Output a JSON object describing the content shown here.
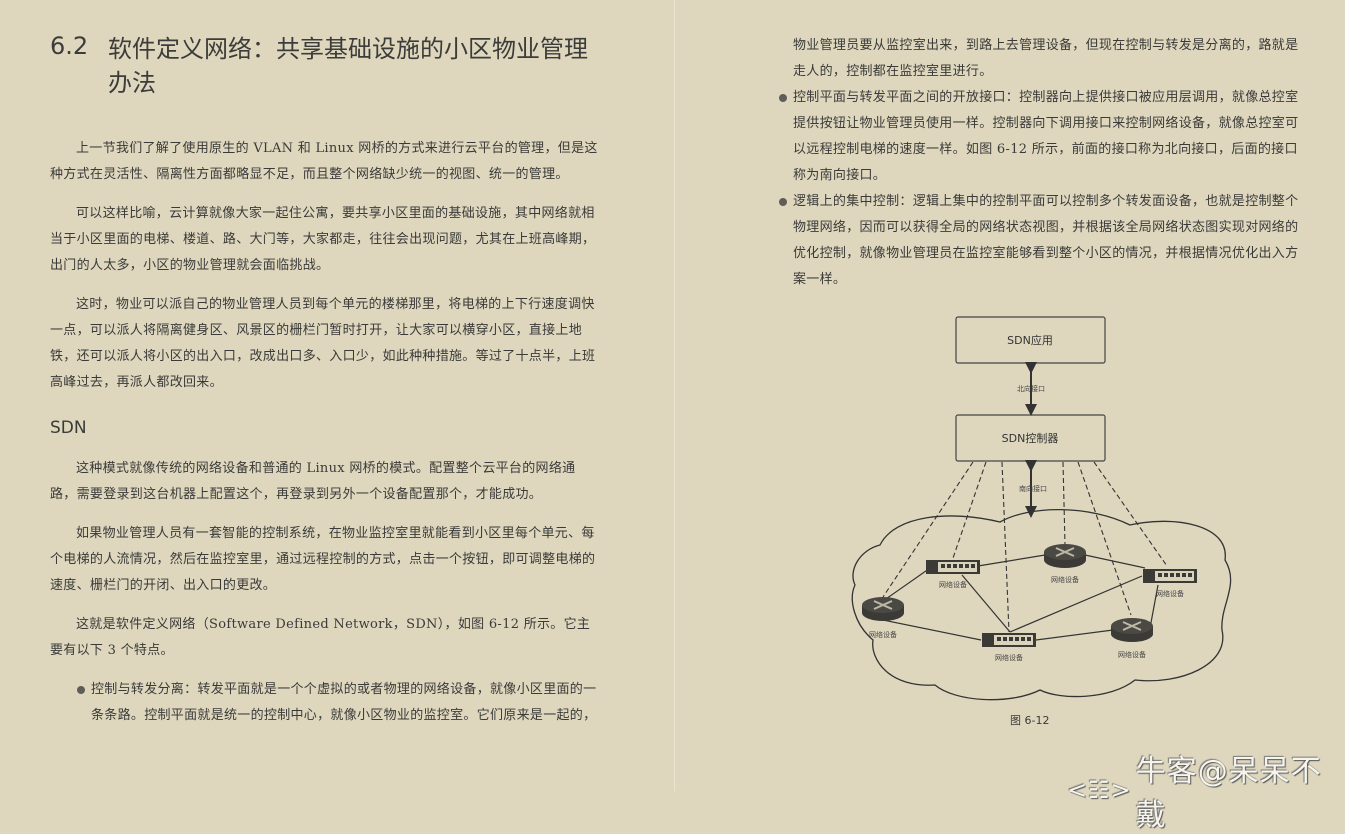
{
  "left_page": {
    "section_number": "6.2",
    "section_title": "软件定义网络：共享基础设施的小区物业管理办法",
    "paragraphs": [
      "上一节我们了解了使用原生的 VLAN 和 Linux 网桥的方式来进行云平台的管理，但是这种方式在灵活性、隔离性方面都略显不足，而且整个网络缺少统一的视图、统一的管理。",
      "可以这样比喻，云计算就像大家一起住公寓，要共享小区里面的基础设施，其中网络就相当于小区里面的电梯、楼道、路、大门等，大家都走，往往会出现问题，尤其在上班高峰期，出门的人太多，小区的物业管理就会面临挑战。",
      "这时，物业可以派自己的物业管理人员到每个单元的楼梯那里，将电梯的上下行速度调快一点，可以派人将隔离健身区、风景区的栅栏门暂时打开，让大家可以横穿小区，直接上地铁，还可以派人将小区的出入口，改成出口多、入口少，如此种种措施。等过了十点半，上班高峰过去，再派人都改回来。"
    ],
    "subheading": "SDN",
    "paragraphs_2": [
      "这种模式就像传统的网络设备和普通的 Linux 网桥的模式。配置整个云平台的网络通路，需要登录到这台机器上配置这个，再登录到另外一个设备配置那个，才能成功。",
      "如果物业管理人员有一套智能的控制系统，在物业监控室里就能看到小区里每个单元、每个电梯的人流情况，然后在监控室里，通过远程控制的方式，点击一个按钮，即可调整电梯的速度、栅栏门的开闭、出入口的更改。",
      "这就是软件定义网络（Software Defined Network，SDN），如图 6-12 所示。它主要有以下 3 个特点。"
    ],
    "bullet_1": "控制与转发分离：转发平面就是一个个虚拟的或者物理的网络设备，就像小区里面的一条条路。控制平面就是统一的控制中心，就像小区物业的监控室。它们原来是一起的，"
  },
  "right_page": {
    "continuation": "物业管理员要从监控室出来，到路上去管理设备，但现在控制与转发是分离的，路就是走人的，控制都在监控室里进行。",
    "bullet_2": "控制平面与转发平面之间的开放接口：控制器向上提供接口被应用层调用，就像总控室提供按钮让物业管理员使用一样。控制器向下调用接口来控制网络设备，就像总控室可以远程控制电梯的速度一样。如图 6-12 所示，前面的接口称为北向接口，后面的接口称为南向接口。",
    "bullet_3": "逻辑上的集中控制：逻辑上集中的控制平面可以控制多个转发面设备，也就是控制整个物理网络，因而可以获得全局的网络状态视图，并根据该全局网络状态图实现对网络的优化控制，就像物业管理员在监控室能够看到整个小区的情况，并根据情况优化出入方案一样。",
    "figure": {
      "app_box": "SDN应用",
      "controller_box": "SDN控制器",
      "northbound_label": "北向接口",
      "southbound_label": "南向接口",
      "device_label": "网络设备",
      "caption": "图 6-12"
    }
  },
  "watermark": {
    "icon": "nowcoder-logo-icon",
    "text": "牛客@呆呆不戴"
  },
  "colors": {
    "paper": "#ded7be",
    "ink": "#3a3a38",
    "device": "#3b3a36"
  }
}
